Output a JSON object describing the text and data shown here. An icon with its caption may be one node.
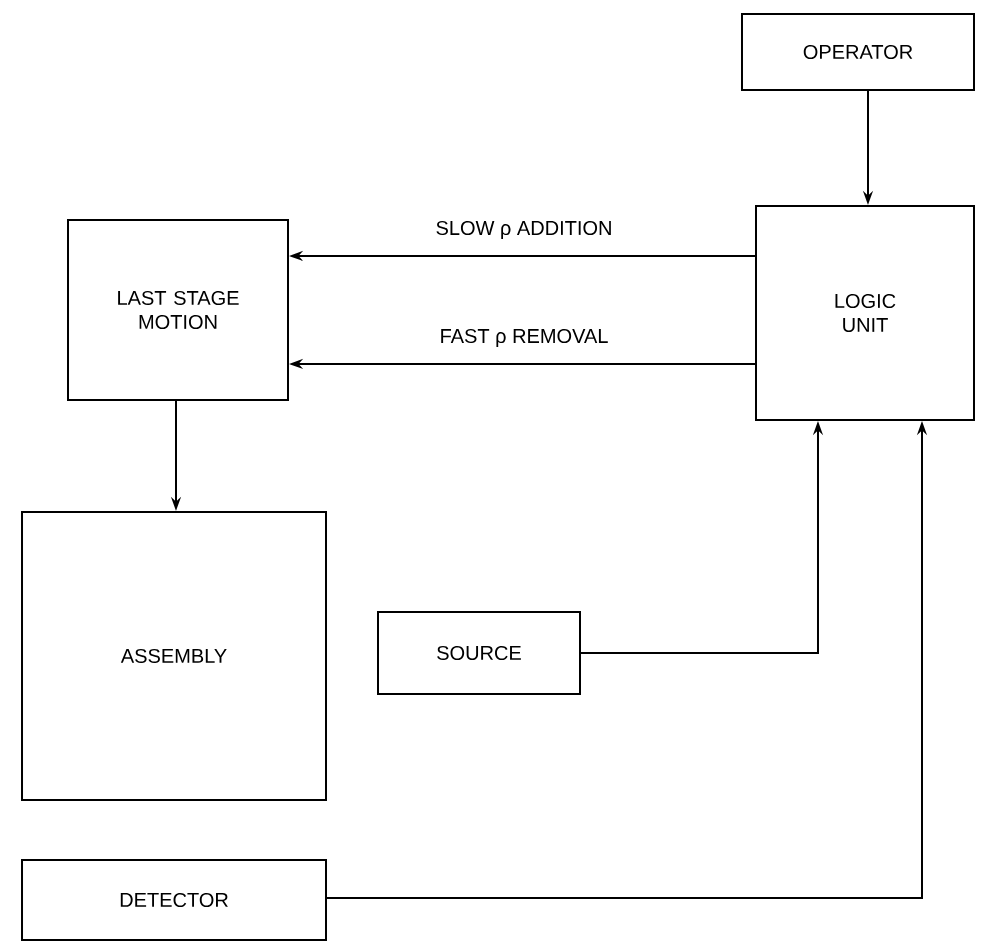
{
  "diagram": {
    "nodes": [
      {
        "text": [
          "OPERATOR"
        ]
      },
      {
        "text": [
          "LOGIC UNIT"
        ]
      },
      {
        "text": [
          "LAST STAGE MOTION"
        ]
      },
      {
        "text": [
          "ASSEMBLY"
        ]
      },
      {
        "text": [
          "SOURCE"
        ]
      },
      {
        "text": [
          "DETECTOR"
        ]
      }
    ],
    "edges": [
      {
        "from": 0,
        "to": 1,
        "arrow": "to"
      },
      {
        "from": 1,
        "to": 2,
        "arrow": "to",
        "label": "SLOW ρ ADDITION"
      },
      {
        "from": 1,
        "to": 2,
        "arrow": "to",
        "label": "FAST ρ REMOVAL"
      },
      {
        "from": 2,
        "to": 3,
        "arrow": "to"
      },
      {
        "from": 4,
        "to": 1,
        "arrow": "to"
      },
      {
        "from": 5,
        "to": 1,
        "arrow": "to"
      }
    ]
  }
}
